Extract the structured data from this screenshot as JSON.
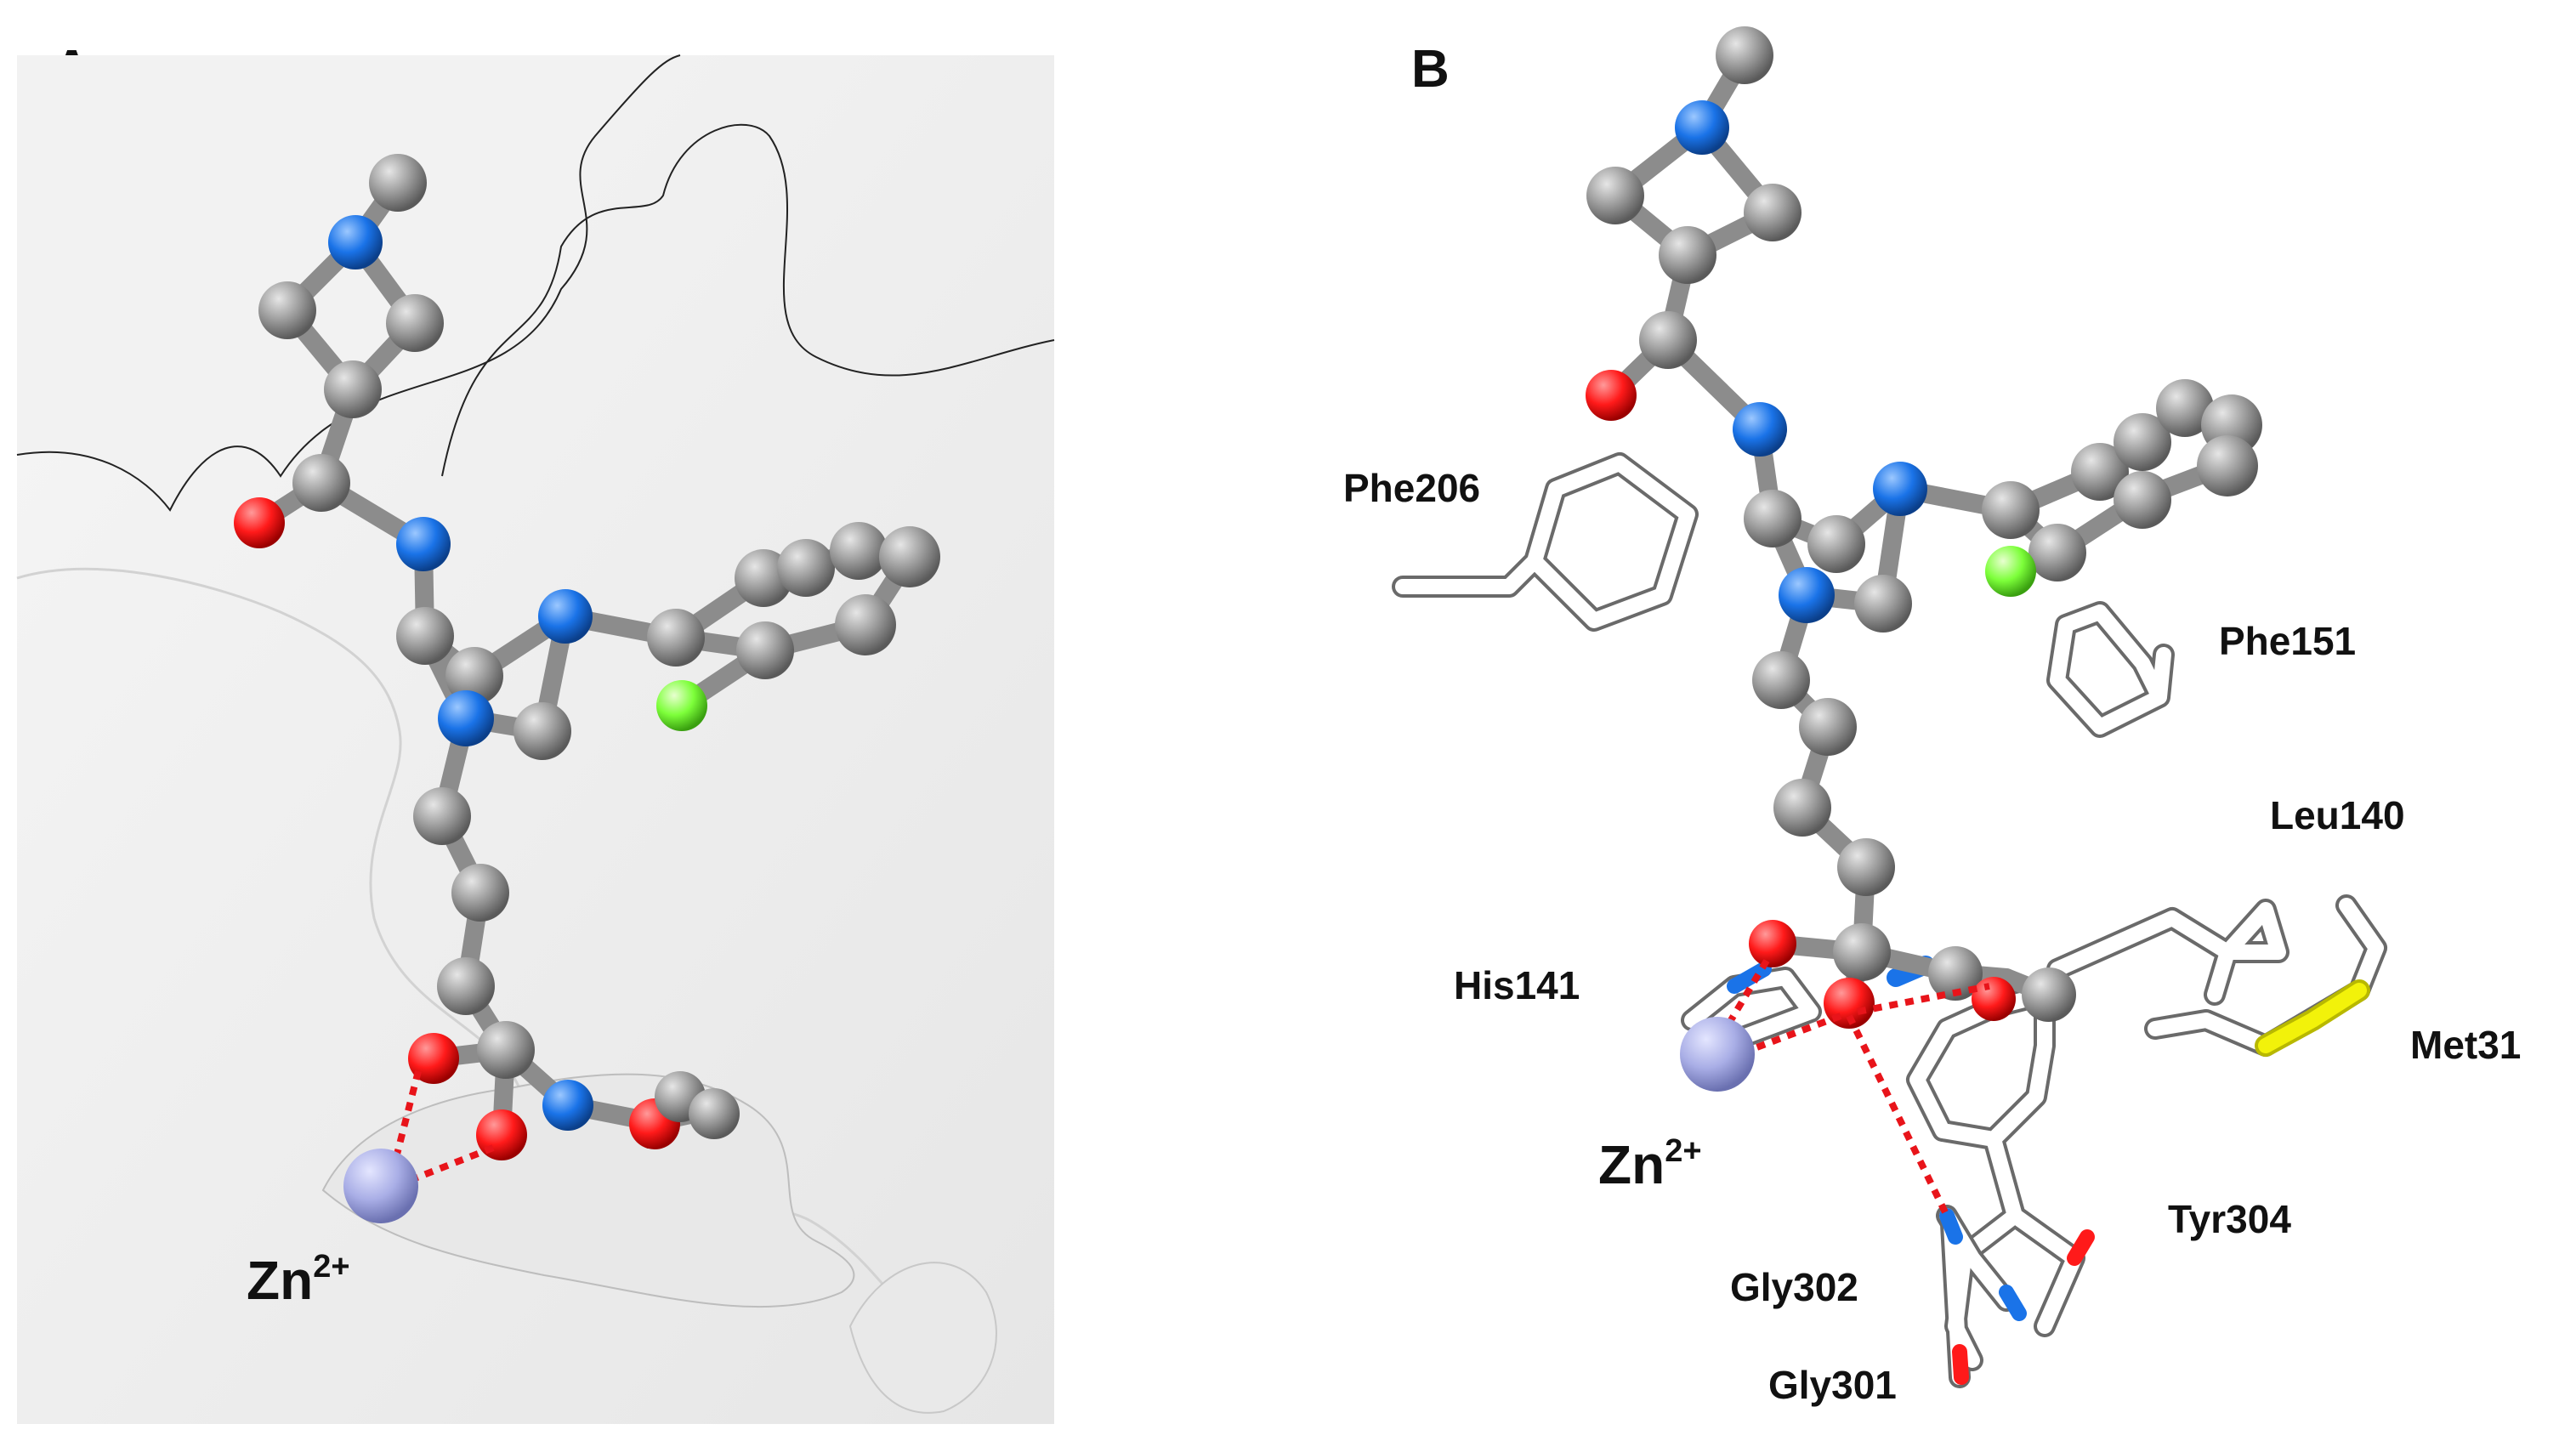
{
  "panels": [
    {
      "id": "A",
      "label": "A"
    },
    {
      "id": "B",
      "label": "B"
    }
  ],
  "ion_label": {
    "base": "Zn",
    "charge": "2+"
  },
  "residues": [
    "Phe206",
    "Phe151",
    "Leu140",
    "His141",
    "Met31",
    "Tyr304",
    "Gly302",
    "Gly301"
  ],
  "colors": {
    "carbon": "#8c8c8c",
    "nitrogen": "#1a73e8",
    "oxygen": "#ff1a1a",
    "fluorine": "#7dff3a",
    "zinc": "#a9aee6",
    "sulfur": "#f2f20a",
    "surface": "#f0f0f0",
    "hbond": "#e8141a"
  }
}
